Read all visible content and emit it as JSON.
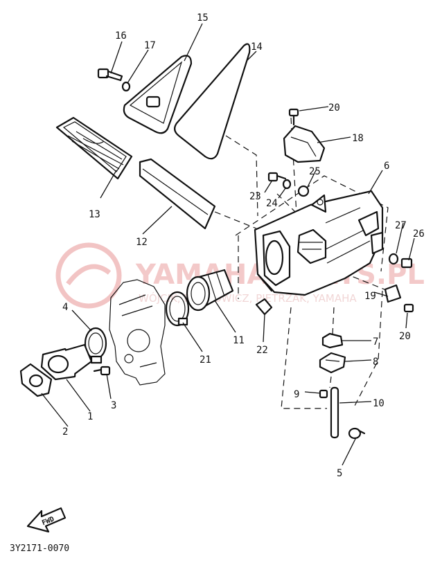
{
  "diagram": {
    "code": "3Y2171-0070",
    "fwd_label": "FWD",
    "watermark": {
      "main": "YAMAHA PARTS.PL",
      "sub": "WÓJCIK, PIETROWICZ, PIETRZAK, YAMAHA"
    },
    "callouts": [
      {
        "id": "c1",
        "label": "1"
      },
      {
        "id": "c2",
        "label": "2"
      },
      {
        "id": "c3",
        "label": "3"
      },
      {
        "id": "c4",
        "label": "4"
      },
      {
        "id": "c5",
        "label": "5"
      },
      {
        "id": "c6",
        "label": "6"
      },
      {
        "id": "c7",
        "label": "7"
      },
      {
        "id": "c8",
        "label": "8"
      },
      {
        "id": "c9",
        "label": "9"
      },
      {
        "id": "c10",
        "label": "10"
      },
      {
        "id": "c11",
        "label": "11"
      },
      {
        "id": "c12",
        "label": "12"
      },
      {
        "id": "c13",
        "label": "13"
      },
      {
        "id": "c14",
        "label": "14"
      },
      {
        "id": "c15",
        "label": "15"
      },
      {
        "id": "c16",
        "label": "16"
      },
      {
        "id": "c17",
        "label": "17"
      },
      {
        "id": "c18",
        "label": "18"
      },
      {
        "id": "c19",
        "label": "19"
      },
      {
        "id": "c20a",
        "label": "20"
      },
      {
        "id": "c20b",
        "label": "20"
      },
      {
        "id": "c21",
        "label": "21"
      },
      {
        "id": "c22",
        "label": "22"
      },
      {
        "id": "c23",
        "label": "23"
      },
      {
        "id": "c24",
        "label": "24"
      },
      {
        "id": "c25",
        "label": "25"
      },
      {
        "id": "c26",
        "label": "26"
      },
      {
        "id": "c27",
        "label": "27"
      }
    ]
  }
}
